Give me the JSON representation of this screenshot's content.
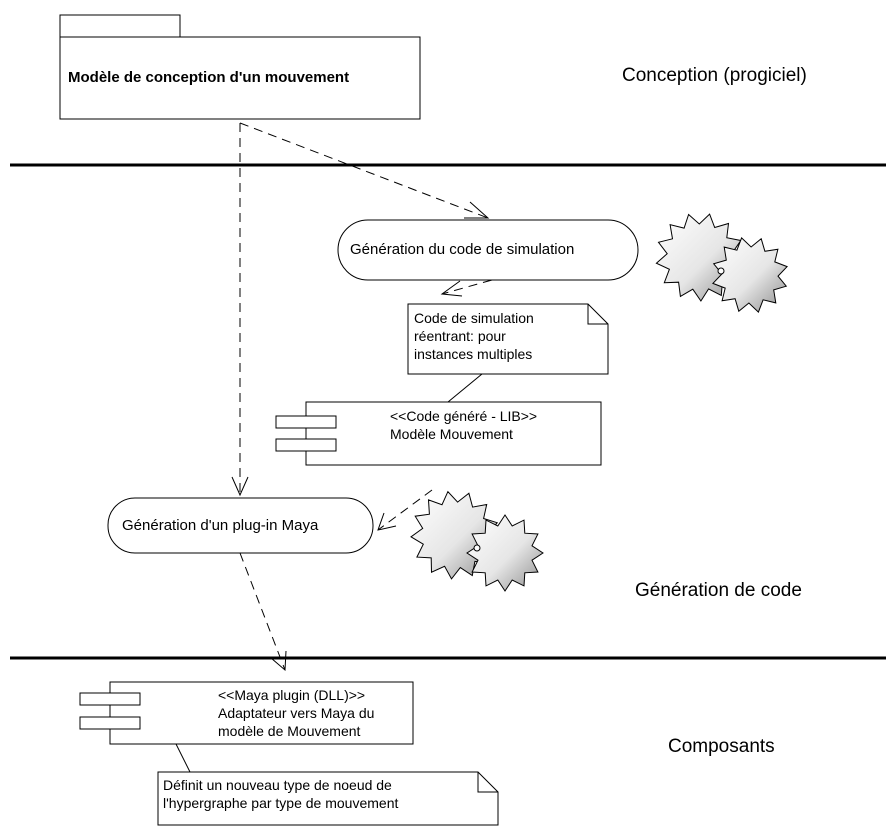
{
  "zones": {
    "conception": "Conception (progiciel)",
    "generation": "Génération de code",
    "composants": "Composants"
  },
  "package": {
    "title": "Modèle de conception d'un mouvement"
  },
  "activities": {
    "simulation": "Génération du code de simulation",
    "plugin": "Génération d'un plug-in Maya"
  },
  "notes": {
    "simulation": [
      "Code de simulation",
      "réentrant: pour",
      "instances multiples"
    ],
    "noeud": [
      "Définit un nouveau type de noeud de",
      "l'hypergraphe par type de mouvement"
    ]
  },
  "components": {
    "lib": [
      "<<Code généré - LIB>>",
      "Modèle Mouvement"
    ],
    "plugin": [
      "<<Maya plugin (DLL)>>",
      "Adaptateur vers Maya du",
      "modèle de Mouvement"
    ]
  },
  "icons": {
    "gears_top": "gears-icon",
    "gears_bottom": "gears-icon"
  }
}
